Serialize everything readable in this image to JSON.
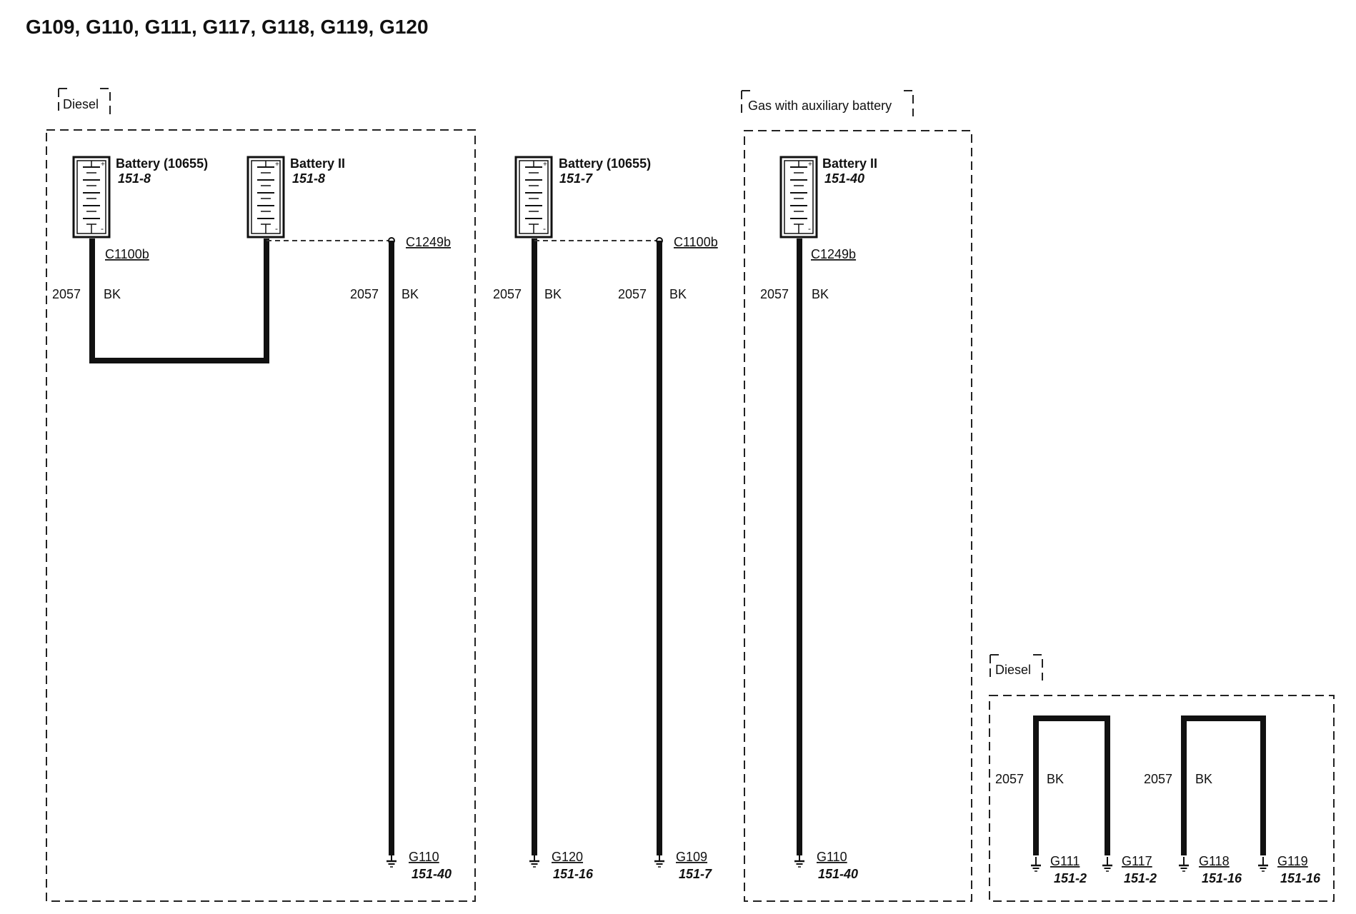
{
  "title": "G109, G110, G111, G117, G118, G119, G120",
  "colors": {
    "ink": "#111111",
    "background": "#ffffff"
  },
  "groups": {
    "diesel_top": "Diesel",
    "gas_aux": "Gas with auxiliary battery",
    "diesel_bottom": "Diesel"
  },
  "components": {
    "battery1": {
      "name": "Battery (10655)",
      "ref": "151-8"
    },
    "battery2": {
      "name": "Battery II",
      "ref": "151-8"
    },
    "battery3": {
      "name": "Battery (10655)",
      "ref": "151-7"
    },
    "battery4": {
      "name": "Battery II",
      "ref": "151-40"
    }
  },
  "connectors": {
    "c1": "C1100b",
    "c2": "C1249b",
    "c3": "C1100b",
    "c4": "C1249b"
  },
  "wires": {
    "circuit": "2057",
    "color": "BK"
  },
  "grounds": {
    "g110a": {
      "id": "G110",
      "ref": "151-40"
    },
    "g120": {
      "id": "G120",
      "ref": "151-16"
    },
    "g109": {
      "id": "G109",
      "ref": "151-7"
    },
    "g110b": {
      "id": "G110",
      "ref": "151-40"
    },
    "g111": {
      "id": "G111",
      "ref": "151-2"
    },
    "g117": {
      "id": "G117",
      "ref": "151-2"
    },
    "g118": {
      "id": "G118",
      "ref": "151-16"
    },
    "g119": {
      "id": "G119",
      "ref": "151-16"
    }
  }
}
